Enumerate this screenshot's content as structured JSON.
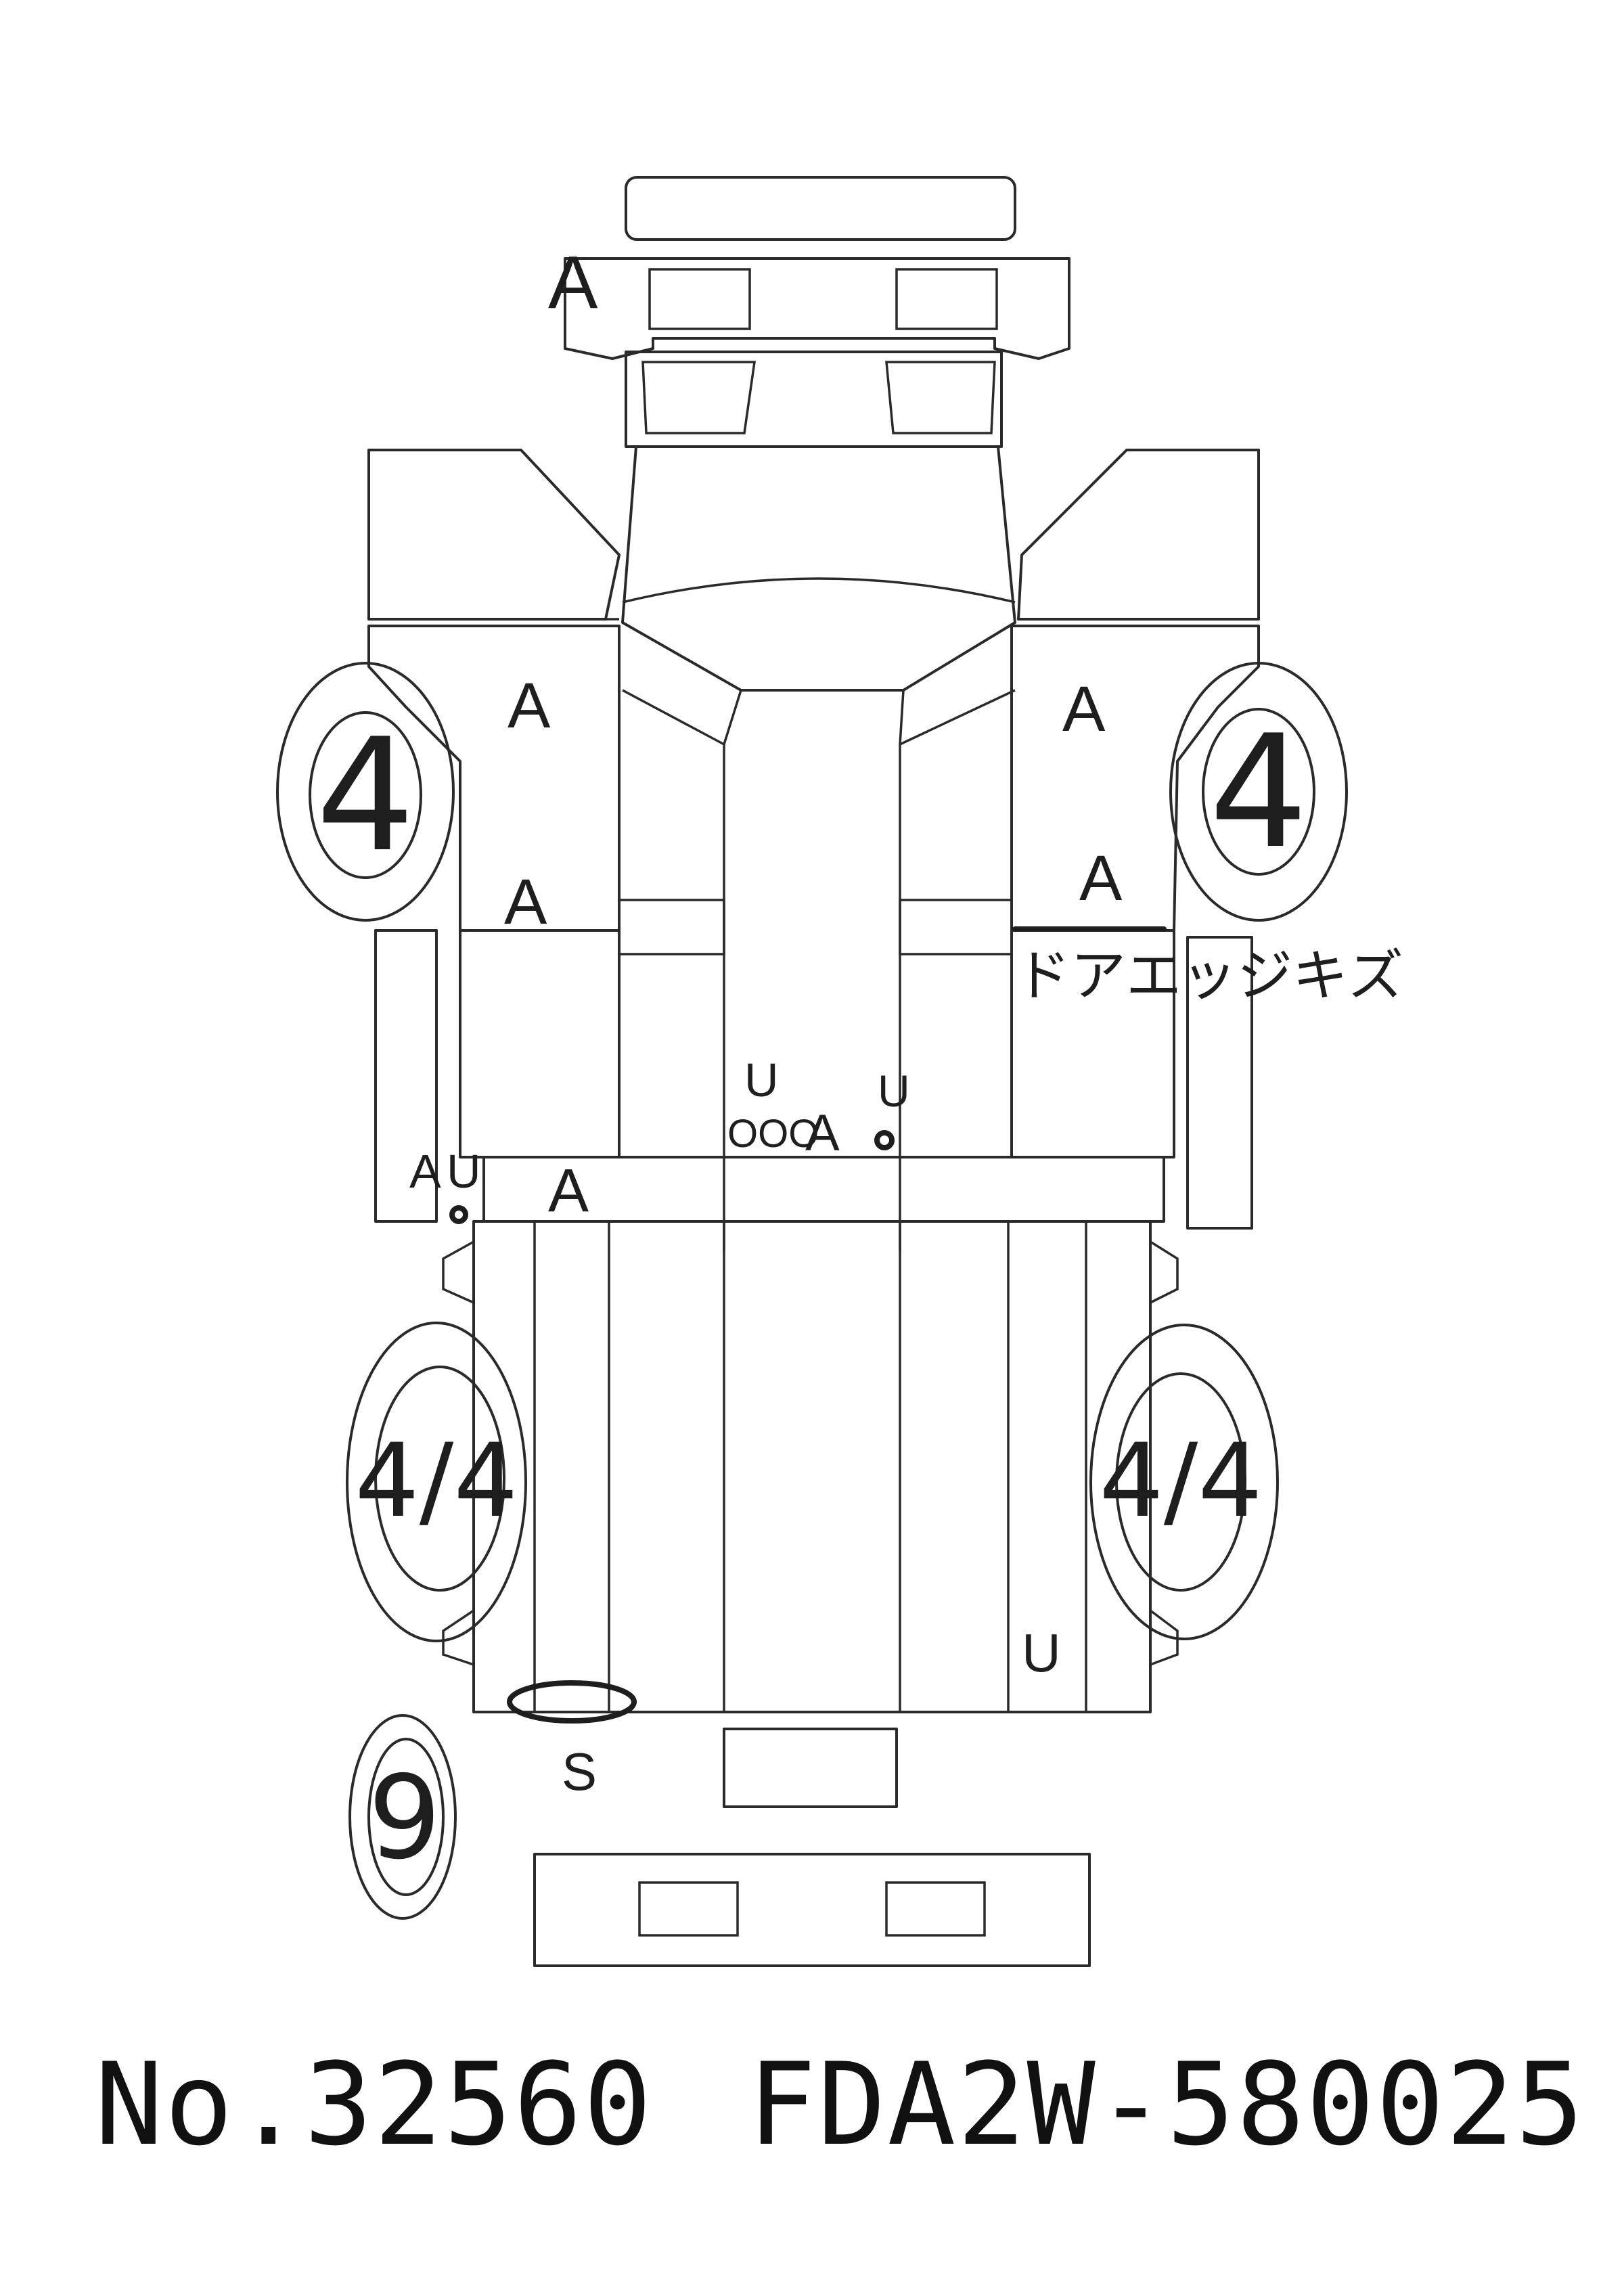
{
  "marks": {
    "front_bumper": "A",
    "left_front_fender_upper": "A",
    "left_front_fender_lower": "A",
    "right_front_fender_upper": "A",
    "right_front_fender_lower": "A",
    "right_door_note": "ドアエッジキズ",
    "left_sill_a": "A",
    "left_sill_u": "U",
    "left_sill_b": "A",
    "cabin_u1": "U",
    "cabin_ooo": "OOO",
    "cabin_a": "A",
    "cabin_u2": "U",
    "rear_right_u": "U",
    "rear_left_s": "S"
  },
  "tyres": {
    "front_left": "4",
    "front_right": "4",
    "rear_left": "4/4",
    "rear_right": "4/4",
    "spare": "9"
  },
  "footer": {
    "number": "No.32560",
    "chassis": "FDA2W-580025"
  }
}
